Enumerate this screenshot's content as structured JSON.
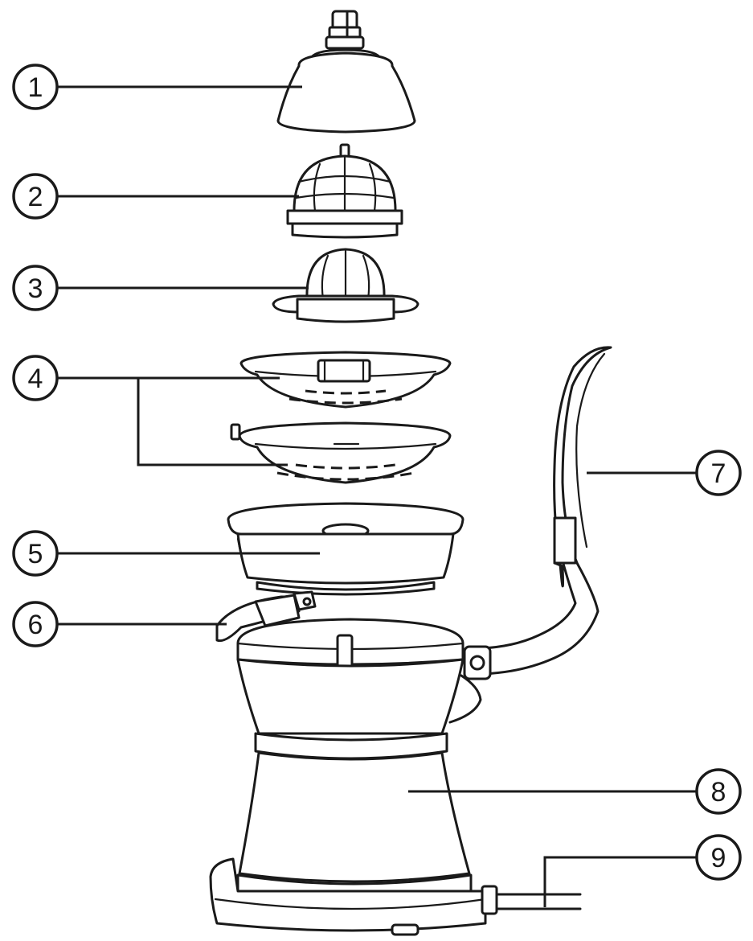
{
  "callouts": [
    {
      "label": "1"
    },
    {
      "label": "2"
    },
    {
      "label": "3"
    },
    {
      "label": "4"
    },
    {
      "label": "5"
    },
    {
      "label": "6"
    },
    {
      "label": "7"
    },
    {
      "label": "8"
    },
    {
      "label": "9"
    }
  ],
  "colors": {
    "stroke": "#1a1a1a",
    "fill": "#ffffff"
  }
}
